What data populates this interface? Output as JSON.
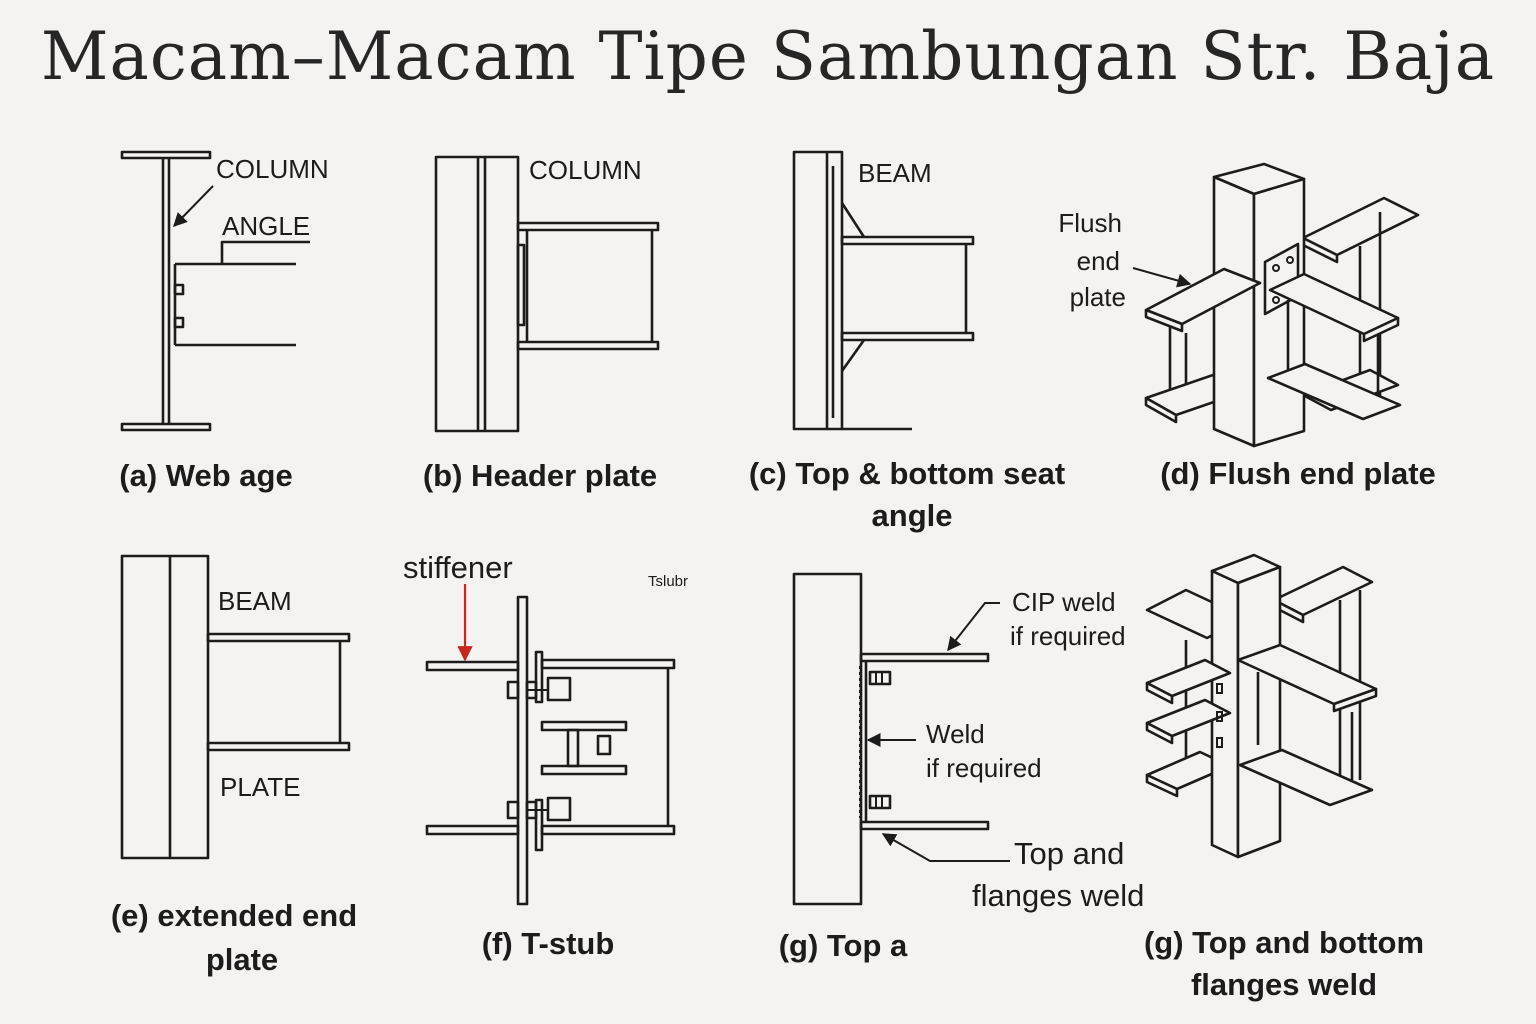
{
  "title": "Macam–Macam Tipe Sambungan Str. Baja",
  "panels": {
    "a": {
      "caption": "(a) Web age",
      "labels": {
        "column": "COLUMN",
        "angle": "ANGLE"
      }
    },
    "b": {
      "caption": "(b) Header plate",
      "labels": {
        "column": "COLUMN"
      }
    },
    "c": {
      "caption_line1": "(c) Top & bottom  seat",
      "caption_line2": "angle",
      "labels": {
        "beam": "BEAM"
      }
    },
    "d": {
      "caption": "(d) Flush end plate",
      "labels": {
        "line1": "Flush",
        "line2": "end",
        "line3": "plate"
      }
    },
    "e": {
      "caption_line1": "(e) extended end",
      "caption_line2": "plate",
      "labels": {
        "beam": "BEAM",
        "plate": "PLATE"
      }
    },
    "f": {
      "caption": "(f) T-stub",
      "labels": {
        "stiffener": "stiffener",
        "tstub": "Tslubr"
      }
    },
    "g1": {
      "caption": "(g) Top a",
      "labels": {
        "cip1": "CIP weld",
        "cip2": "if required",
        "weld1": "Weld",
        "weld2": "if required",
        "top1": "Top and",
        "top2": "flanges weld"
      }
    },
    "g2": {
      "caption_line1": "(g) Top and bottom",
      "caption_line2": "flanges weld"
    }
  },
  "colors": {
    "ink": "#1c1c1c",
    "background": "#f4f3f1",
    "arrow_red": "#c8261e"
  }
}
